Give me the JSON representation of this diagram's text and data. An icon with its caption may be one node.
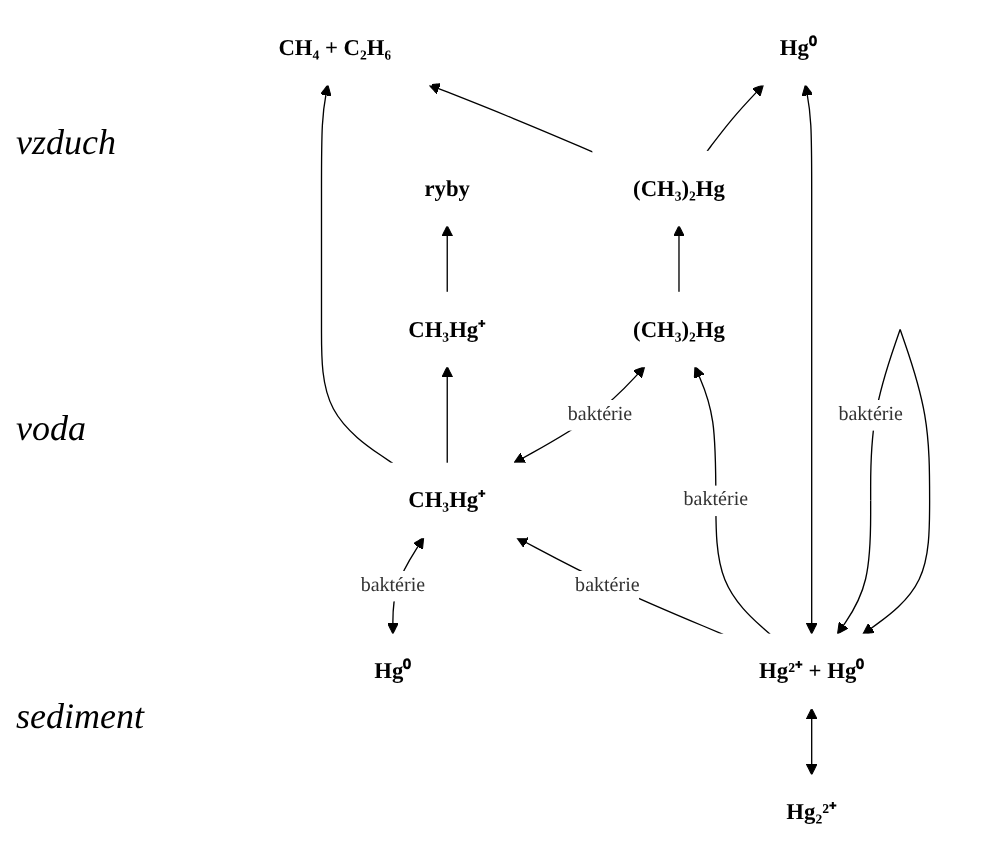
{
  "diagram": {
    "nodes": [
      {
        "text": [
          "CH₄ + C₂H₆"
        ]
      },
      {
        "text": [
          "(CH₃)₂Hg"
        ]
      },
      {
        "text": [
          "Hg⁰"
        ]
      },
      {
        "text": [
          "ryby"
        ]
      },
      {
        "text": [
          "CH₃Hg⁺"
        ]
      },
      {
        "text": [
          "Hg⁰"
        ]
      },
      {
        "text": [
          "CH₃Hg⁺"
        ]
      },
      {
        "text": [
          "(CH₃)₂Hg"
        ]
      },
      {
        "text": [
          "Hg₂²⁺"
        ]
      },
      {
        "text": [
          "Hg²⁺ + Hg⁰"
        ]
      }
    ],
    "edges": [
      {
        "from": 1,
        "to": 0,
        "arrow": "to"
      },
      {
        "from": 1,
        "to": 2,
        "arrow": "to"
      },
      {
        "from": 6,
        "to": 0,
        "arrow": "to"
      },
      {
        "from": 7,
        "to": 1,
        "arrow": "to"
      },
      {
        "from": 4,
        "to": 3,
        "arrow": "to"
      },
      {
        "from": 6,
        "to": 4,
        "arrow": "to"
      },
      {
        "from": 5,
        "to": 6,
        "arrow": "both",
        "label": "baktérie"
      },
      {
        "from": 6,
        "to": 7,
        "arrow": "both",
        "label": "baktérie"
      },
      {
        "from": 9,
        "to": 6,
        "arrow": "to",
        "label": "baktérie"
      },
      {
        "from": 9,
        "to": 7,
        "arrow": "to",
        "label": "baktérie"
      },
      {
        "from": 8,
        "to": 9,
        "arrow": "both"
      },
      {
        "from": 9,
        "to": 2,
        "arrow": "both"
      },
      {
        "from": 9,
        "to": 9,
        "arrow": "both",
        "label": "baktérie"
      }
    ],
    "labels": [
      "vzduch",
      "voda",
      "sediment"
    ]
  }
}
